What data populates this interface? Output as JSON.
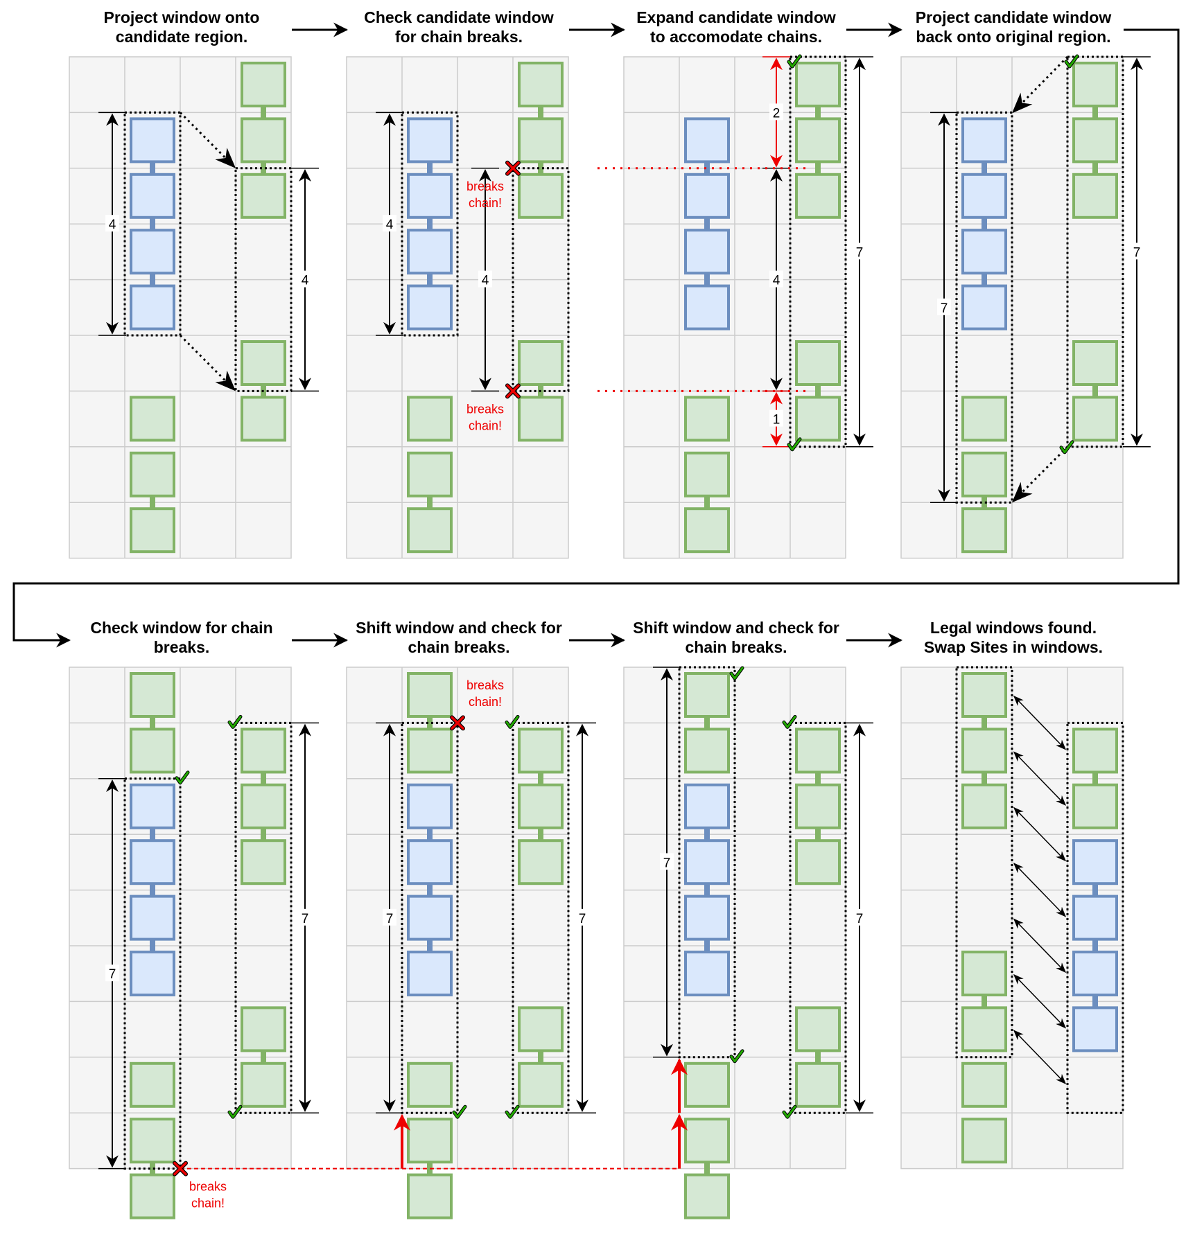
{
  "colors": {
    "grid_fill": "#f5f5f5",
    "grid_line": "#cccccc",
    "blue_fill": "#dae8fc",
    "blue_stroke": "#6c8ebf",
    "green_fill": "#d5e8d4",
    "green_stroke": "#82b366",
    "red": "#ee0000",
    "check": "#22aa00"
  },
  "steps": [
    {
      "id": "s1",
      "title": [
        "Project window onto",
        "candidate region."
      ]
    },
    {
      "id": "s2",
      "title": [
        "Check candidate window",
        "for chain breaks."
      ]
    },
    {
      "id": "s3",
      "title": [
        "Expand candidate window",
        "to accomodate chains."
      ]
    },
    {
      "id": "s4",
      "title": [
        "Project candidate window",
        "back onto original region."
      ]
    },
    {
      "id": "s5",
      "title": [
        "Check window for chain",
        "breaks."
      ]
    },
    {
      "id": "s6",
      "title": [
        "Shift window and check for",
        "chain breaks."
      ]
    },
    {
      "id": "s7",
      "title": [
        "Shift window and check for",
        "chain breaks."
      ]
    },
    {
      "id": "s8",
      "title": [
        "Legal windows found.",
        "Swap Sites in windows."
      ]
    }
  ],
  "labels": {
    "breaks_chain": [
      "breaks",
      "chain!"
    ],
    "dim_4": "4",
    "dim_7": "7",
    "dim_2": "2",
    "dim_1": "1"
  },
  "icons": {
    "check": "checkmark-icon",
    "cross": "x-mark-icon",
    "arrow": "arrow-right-icon"
  }
}
